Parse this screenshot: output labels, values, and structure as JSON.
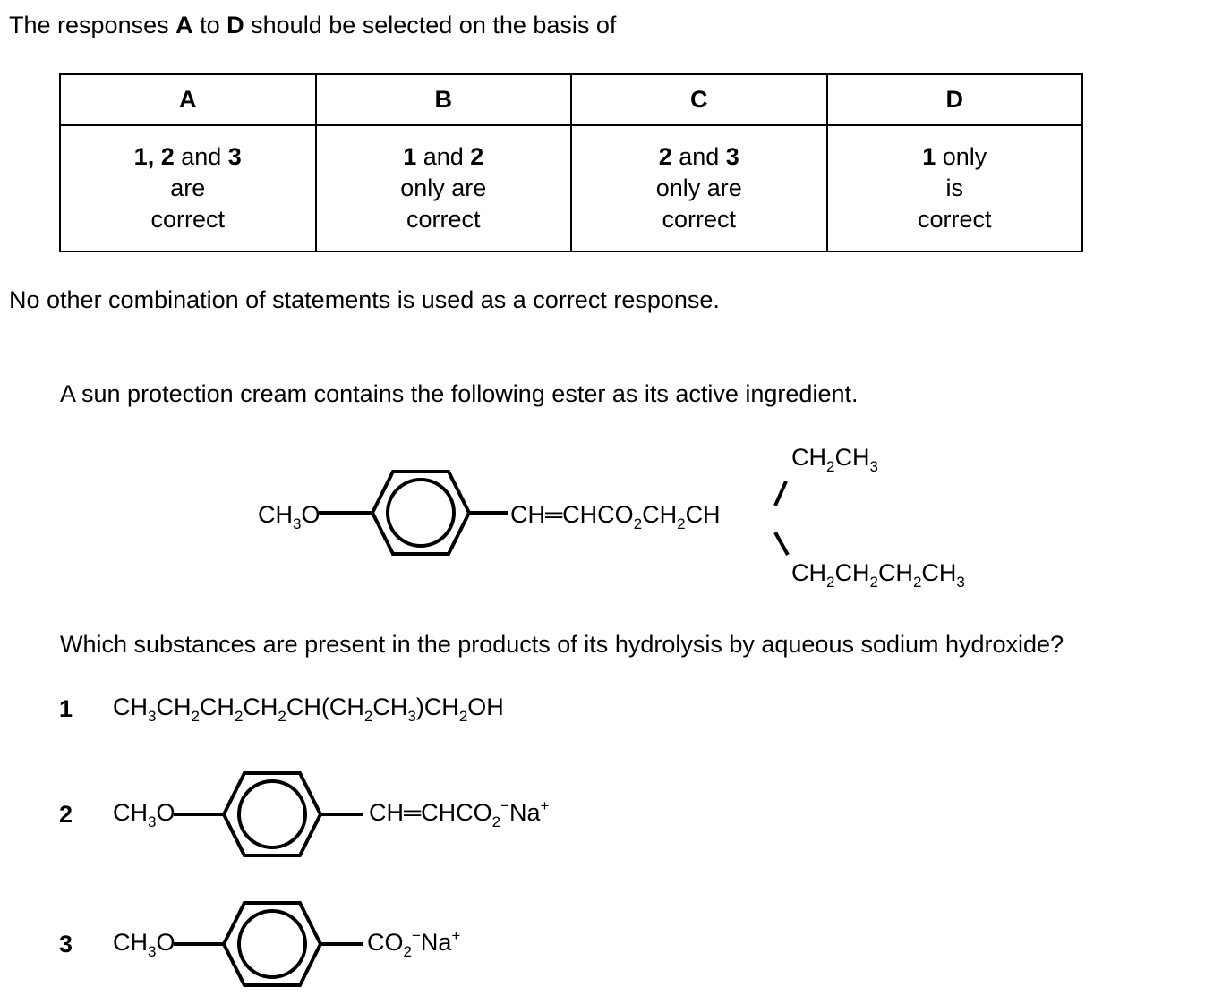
{
  "intro": {
    "prefix": "The responses ",
    "a": "A",
    "to": " to ",
    "d": "D",
    "suffix": " should be selected on the basis of"
  },
  "key_table": {
    "headers": [
      "A",
      "B",
      "C",
      "D"
    ],
    "cells": [
      {
        "bold1": "1, 2",
        "mid": " and ",
        "bold2": "3",
        "line2": "are",
        "line3": "correct"
      },
      {
        "bold1": "1",
        "mid": " and ",
        "bold2": "2",
        "line2": "only are",
        "line3": "correct"
      },
      {
        "bold1": "2",
        "mid": " and ",
        "bold2": "3",
        "line2": "only are",
        "line3": "correct"
      },
      {
        "bold1": "1",
        "mid": " only",
        "bold2": "",
        "line2": "is",
        "line3": "correct"
      }
    ]
  },
  "note": "No other combination of statements is used as a correct response.",
  "stem": "A sun protection cream contains the following ester as its active ingredient.",
  "question": "Which substances are present in the products of its hydrolysis by aqueous sodium hydroxide?",
  "chem": {
    "ch": "CH",
    "o": "O",
    "chchco": "CH═CHCO",
    "co": "CO",
    "na": "Na",
    "plus": "+",
    "minus": "−",
    "oh": "OH",
    "sub2": "2",
    "sub3": "3",
    "open": "(",
    "close": ")"
  },
  "options": [
    {
      "number": "1"
    },
    {
      "number": "2"
    },
    {
      "number": "3"
    }
  ]
}
